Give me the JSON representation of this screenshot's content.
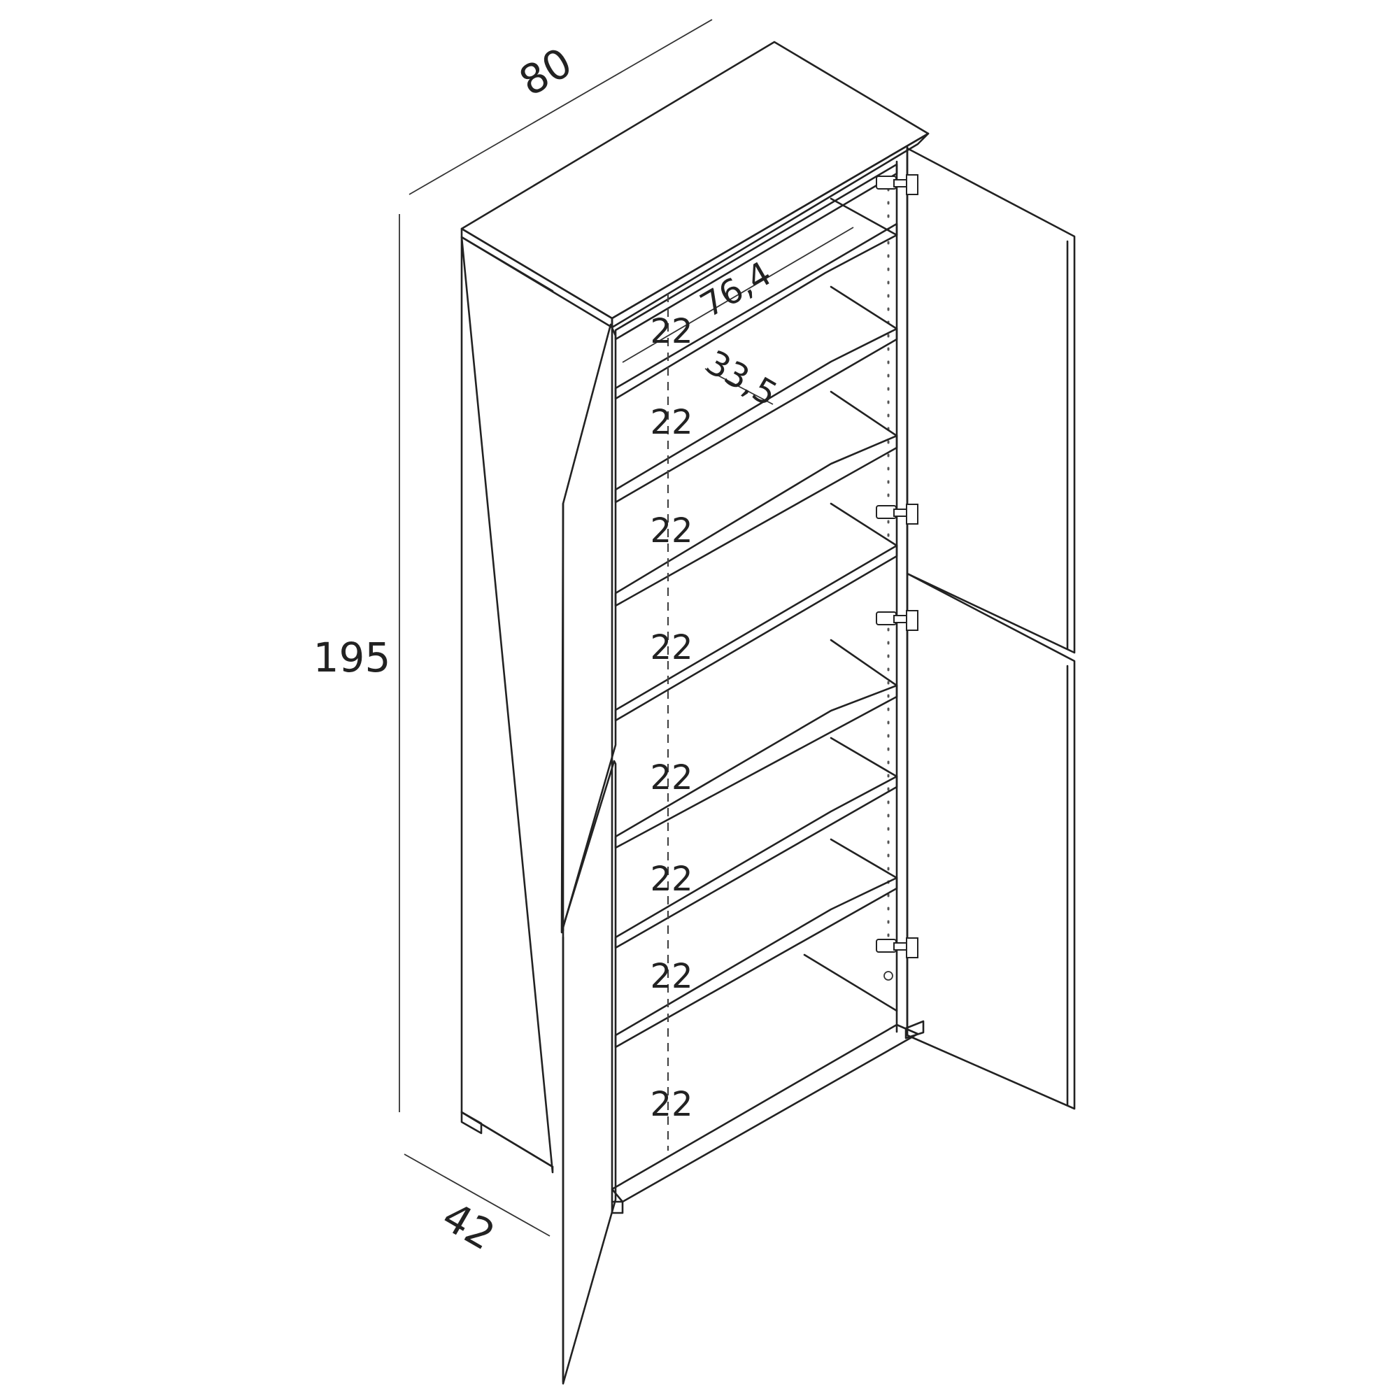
{
  "dimensions": {
    "width": "80",
    "height": "195",
    "depth": "42",
    "inner_width": "76,4",
    "inner_depth": "33,5"
  },
  "compartments": [
    "22",
    "22",
    "22",
    "22",
    "22",
    "22",
    "22",
    "22"
  ],
  "colors": {
    "line": "#222222",
    "background": "#ffffff"
  }
}
